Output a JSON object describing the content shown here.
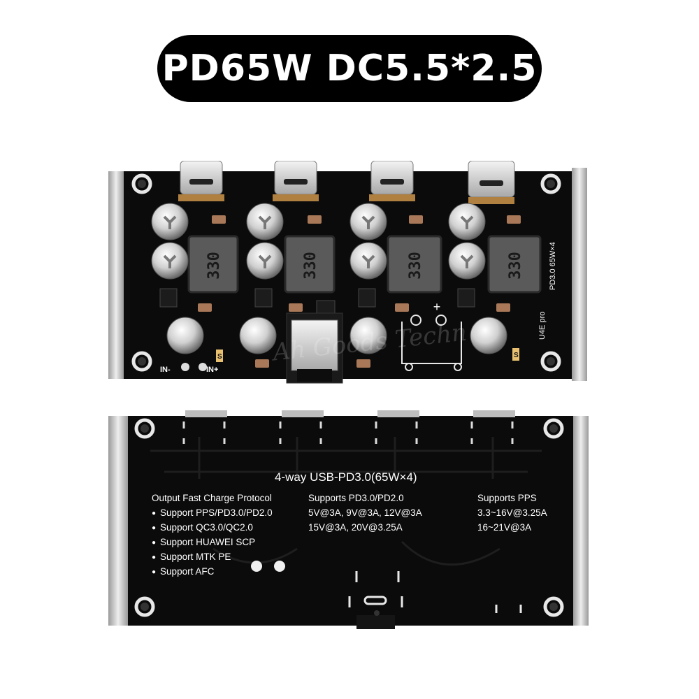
{
  "title": "PD65W DC5.5*2.5",
  "top_board": {
    "model_label": "PD3.0 65W×4",
    "brand_label": "U4E pro",
    "inductor_marking": "330",
    "in_minus": "IN-",
    "in_plus": "IN+",
    "plus_sign": "+",
    "cap_letter": "S",
    "watermark": "Ah Goods Techn"
  },
  "bottom_board": {
    "heading": "4-way USB-PD3.0(65W×4)",
    "col1": {
      "title": "Output Fast Charge Protocol",
      "items": [
        "Support PPS/PD3.0/PD2.0",
        "Support QC3.0/QC2.0",
        "Support HUAWEI SCP",
        "Support MTK PE",
        "Support AFC"
      ]
    },
    "col2": {
      "title": "Supports PD3.0/PD2.0",
      "lines": [
        "5V@3A, 9V@3A, 12V@3A",
        "15V@3A, 20V@3.25A"
      ]
    },
    "col3": {
      "title": "Supports PPS",
      "lines": [
        "3.3~16V@3.25A",
        "16~21V@3A"
      ]
    },
    "colors": {
      "pcb": "#0a0a0a",
      "silkscreen": "#ffffff",
      "metal": "#c8c8c8"
    }
  }
}
